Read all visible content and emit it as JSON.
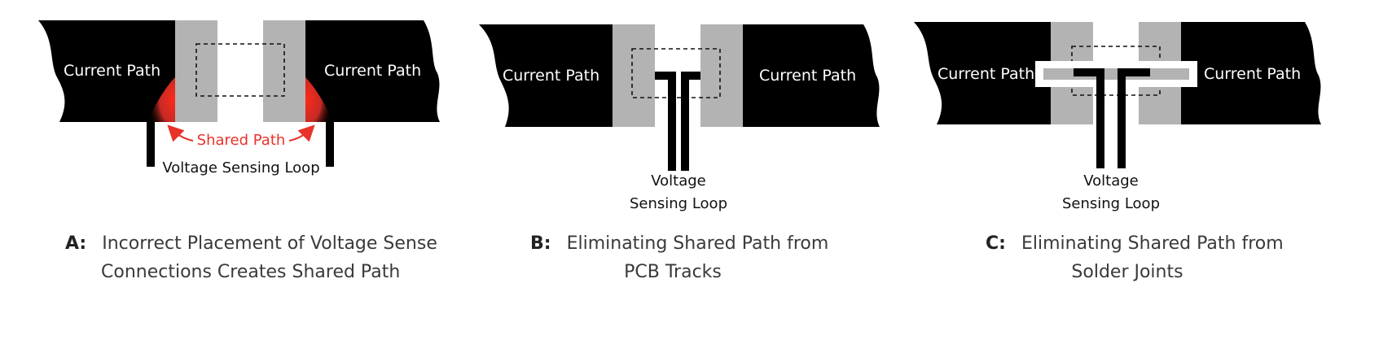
{
  "panels": {
    "a": {
      "left_label": "Current Path",
      "right_label": "Current Path",
      "shared_path_label": "Shared Path",
      "loop_label": "Voltage Sensing Loop",
      "caption_key": "A:",
      "caption_line1": "Incorrect Placement of Voltage Sense",
      "caption_line2": "Connections Creates Shared Path"
    },
    "b": {
      "left_label": "Current Path",
      "right_label": "Current Path",
      "loop_label_line1": "Voltage",
      "loop_label_line2": "Sensing Loop",
      "caption_key": "B:",
      "caption_line1": "Eliminating Shared Path from",
      "caption_line2": "PCB Tracks"
    },
    "c": {
      "left_label": "Current Path",
      "right_label": "Current Path",
      "loop_label_line1": "Voltage",
      "loop_label_line2": "Sensing Loop",
      "caption_key": "C:",
      "caption_line1": "Eliminating Shared Path from",
      "caption_line2": "Solder Joints"
    }
  },
  "colors": {
    "conductor": "#000000",
    "pad": "#b3b3b3",
    "highlight": "#e8322a",
    "label_text": "#ffffff",
    "shared_text": "#e8322a"
  }
}
